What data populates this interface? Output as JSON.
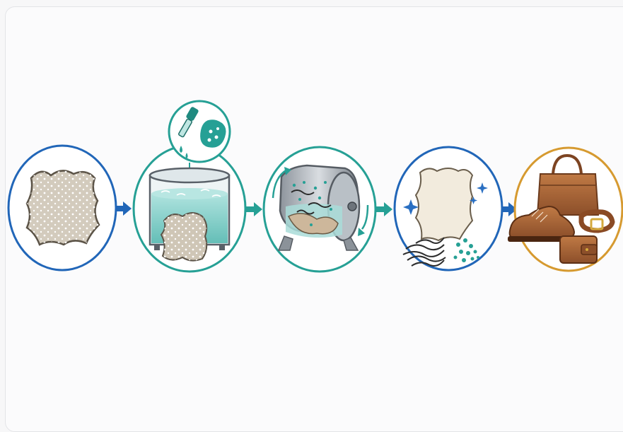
{
  "diagram": {
    "steps": [
      {
        "id": "raw-hide",
        "ring_color": "#2166b8",
        "icon": "raw-hide-icon"
      },
      {
        "id": "enzyme-soak",
        "ring_color": "#26a095",
        "icon": "soak-tank-icon",
        "callout_icon": "enzyme-dropper-icon"
      },
      {
        "id": "drum-processing",
        "ring_color": "#26a095",
        "icon": "rotating-drum-icon"
      },
      {
        "id": "clean-pelt",
        "ring_color": "#2166b8",
        "icon": "clean-pelt-icon"
      },
      {
        "id": "leather-goods",
        "ring_color": "#d69a30",
        "icon": "leather-goods-icon"
      }
    ],
    "arrows": [
      {
        "from": "raw-hide",
        "to": "enzyme-soak",
        "color": "#2166b8"
      },
      {
        "from": "enzyme-soak",
        "to": "drum-processing",
        "color": "#26a095"
      },
      {
        "from": "drum-processing",
        "to": "clean-pelt",
        "color": "#26a095"
      },
      {
        "from": "clean-pelt",
        "to": "leather-goods",
        "color": "#2166b8"
      }
    ],
    "colors": {
      "hide": "#d3cbbd",
      "hide_outline": "#5b5347",
      "water": "#8fd3cf",
      "teal": "#26a095",
      "leather": "#a8653a",
      "pelt": "#f2ebdd"
    }
  }
}
